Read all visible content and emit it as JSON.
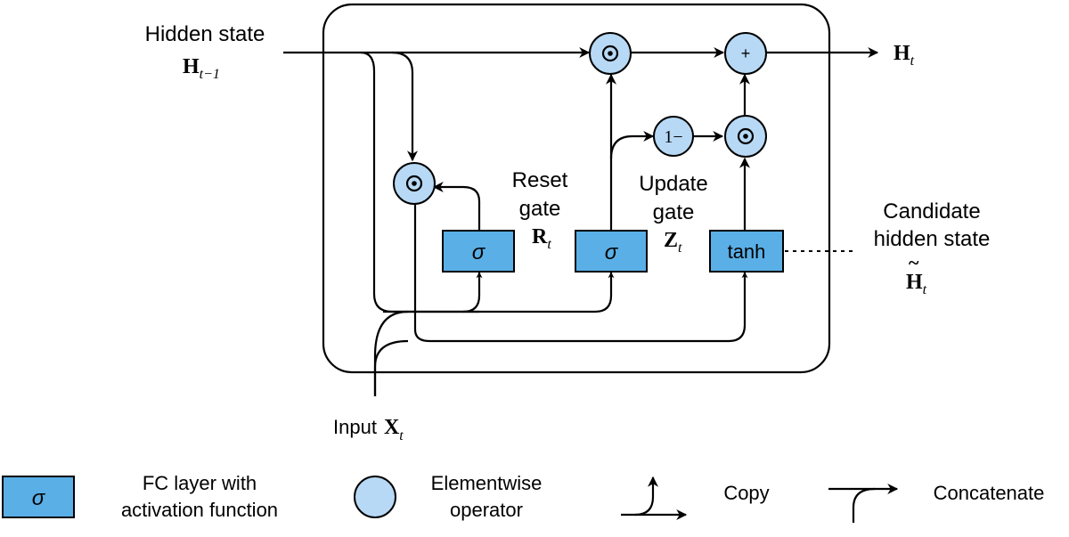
{
  "labels": {
    "hidden_state_line1": "Hidden state",
    "hidden_prev_main": "H",
    "hidden_prev_sub": "t−1",
    "output_main": "H",
    "output_sub": "t",
    "input_text": "Input",
    "input_main": "X",
    "input_sub": "t",
    "reset_line1": "Reset",
    "reset_line2": "gate",
    "reset_main": "R",
    "reset_sub": "t",
    "update_line1": "Update",
    "update_line2": "gate",
    "update_main": "Z",
    "update_sub": "t",
    "candidate_line1": "Candidate",
    "candidate_line2": "hidden state",
    "candidate_main": "H",
    "candidate_tilde": "~",
    "candidate_sub": "t"
  },
  "blocks": {
    "reset_sigma": "σ",
    "update_sigma": "σ",
    "candidate_tanh": "tanh"
  },
  "operators": {
    "multiply_symbol": "⊙",
    "add_symbol": "+",
    "one_minus": "1−"
  },
  "legend": {
    "fc_symbol": "σ",
    "fc_line1": "FC layer with",
    "fc_line2": "activation function",
    "op_line1": "Elementwise",
    "op_line2": "operator",
    "copy": "Copy",
    "concatenate": "Concatenate"
  },
  "colors": {
    "fc_block": "#5aafe6",
    "operator": "#b7d9f5",
    "stroke": "#000000"
  }
}
